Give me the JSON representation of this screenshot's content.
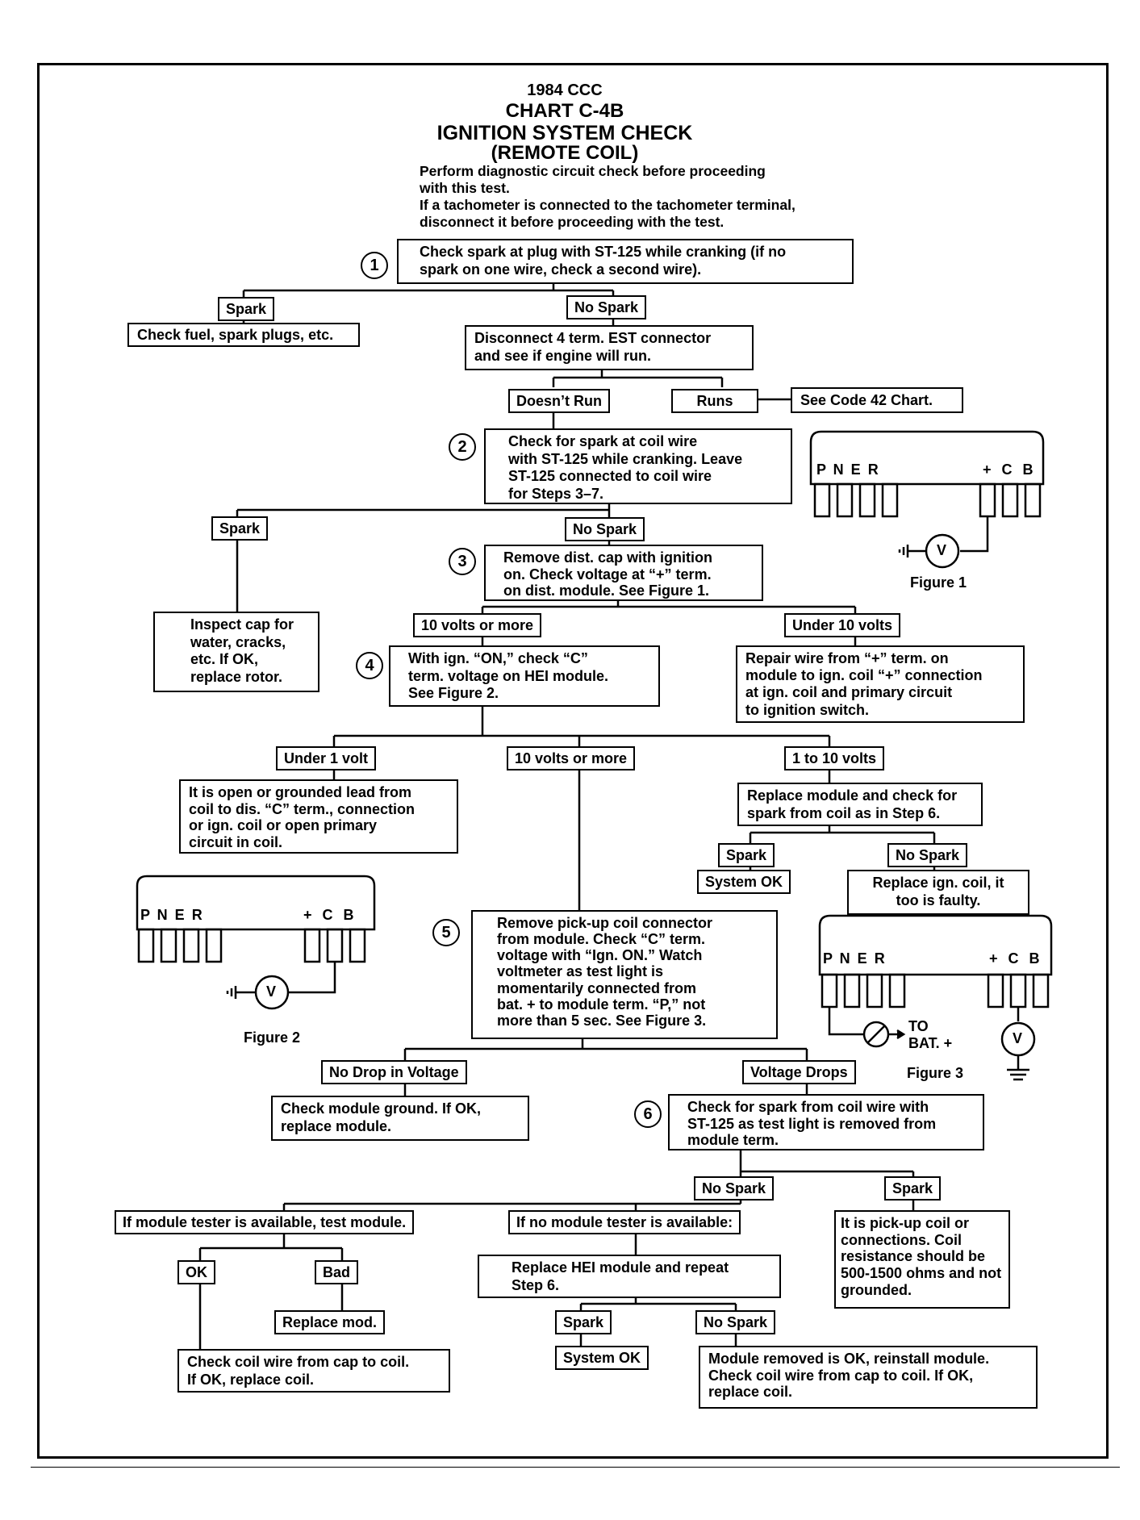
{
  "header": {
    "line1": "1984 CCC",
    "line2": "CHART C-4B",
    "line3": "IGNITION SYSTEM CHECK",
    "line4": "(REMOTE COIL)"
  },
  "intro": "Perform diagnostic circuit check before proceeding\nwith this test.\nIf a tachometer is connected to the tachometer terminal,\ndisconnect it before proceeding with the test.",
  "steps": [
    "1",
    "2",
    "3",
    "4",
    "5",
    "6"
  ],
  "nodes": {
    "step1": "Check spark at plug with ST-125 while cranking (if no\nspark on one wire, check a second wire).",
    "check_fuel": "Check fuel, spark plugs, etc.",
    "disconnect_est": "Disconnect 4 term. EST connector\nand see if engine will run.",
    "see_code42": "See Code 42 Chart.",
    "step2": "Check for spark at coil wire\nwith ST-125 while cranking. Leave\nST-125 connected to coil wire\nfor Steps 3–7.",
    "step3": "Remove dist. cap with ignition\non. Check voltage at “+” term.\non dist. module. See Figure 1.",
    "inspect_cap": "Inspect cap for\nwater, cracks,\netc. If OK,\nreplace rotor.",
    "step4": "With ign. “ON,” check “C”\nterm. voltage on HEI module.\nSee Figure 2.",
    "repair_wire": "Repair wire from “+” term. on\nmodule to ign. coil “+” connection\nat ign. coil and primary circuit\nto ignition switch.",
    "open_lead": "It is open or grounded lead from\ncoil to dis. “C” term., connection\nor ign. coil or open primary\ncircuit in coil.",
    "replace_module_check": "Replace module and check for\nspark from coil as in Step 6.",
    "replace_ign_coil": "Replace ign. coil, it\ntoo is faulty.",
    "step5": "Remove pick-up coil connector\nfrom module. Check “C” term.\nvoltage with “Ign. ON.” Watch\nvoltmeter as test light is\nmomentarily connected from\nbat. + to module term. “P,” not\nmore than 5 sec. See Figure 3.",
    "check_ground": "Check module ground. If OK,\nreplace module.",
    "step6": "Check for spark from coil wire with\nST-125 as test light is removed from\nmodule term.",
    "pickup_coil": "It is pick-up coil or\nconnections. Coil\nresistance should be\n500-1500 ohms and not\ngrounded.",
    "replace_hei": "Replace HEI module and repeat\nStep 6.",
    "replace_mod": "Replace mod.",
    "check_coil_wire": "Check coil wire from cap to coil.\nIf OK, replace coil.",
    "module_ok": "Module removed is OK, reinstall module.\nCheck coil wire from cap to coil. If OK,\nreplace coil."
  },
  "labels": {
    "spark": "Spark",
    "no_spark": "No Spark",
    "doesnt_run": "Doesn’t Run",
    "runs": "Runs",
    "ten_volts_or_more": "10 volts or more",
    "under_10_volts": "Under 10 volts",
    "under_1_volt": "Under 1 volt",
    "one_to_10_volts": "1 to 10 volts",
    "system_ok": "System OK",
    "no_drop": "No Drop in Voltage",
    "voltage_drops": "Voltage Drops",
    "tester_available": "If module tester is available, test module.",
    "no_tester": "If no module tester is available:",
    "ok": "OK",
    "bad": "Bad"
  },
  "figures": {
    "figure1": "Figure 1",
    "figure2": "Figure 2",
    "figure3": "Figure 3",
    "terminals_left": "P N E R",
    "terminals_right": "+ C B",
    "voltmeter": "V",
    "to_bat": "TO\nBAT. +"
  }
}
